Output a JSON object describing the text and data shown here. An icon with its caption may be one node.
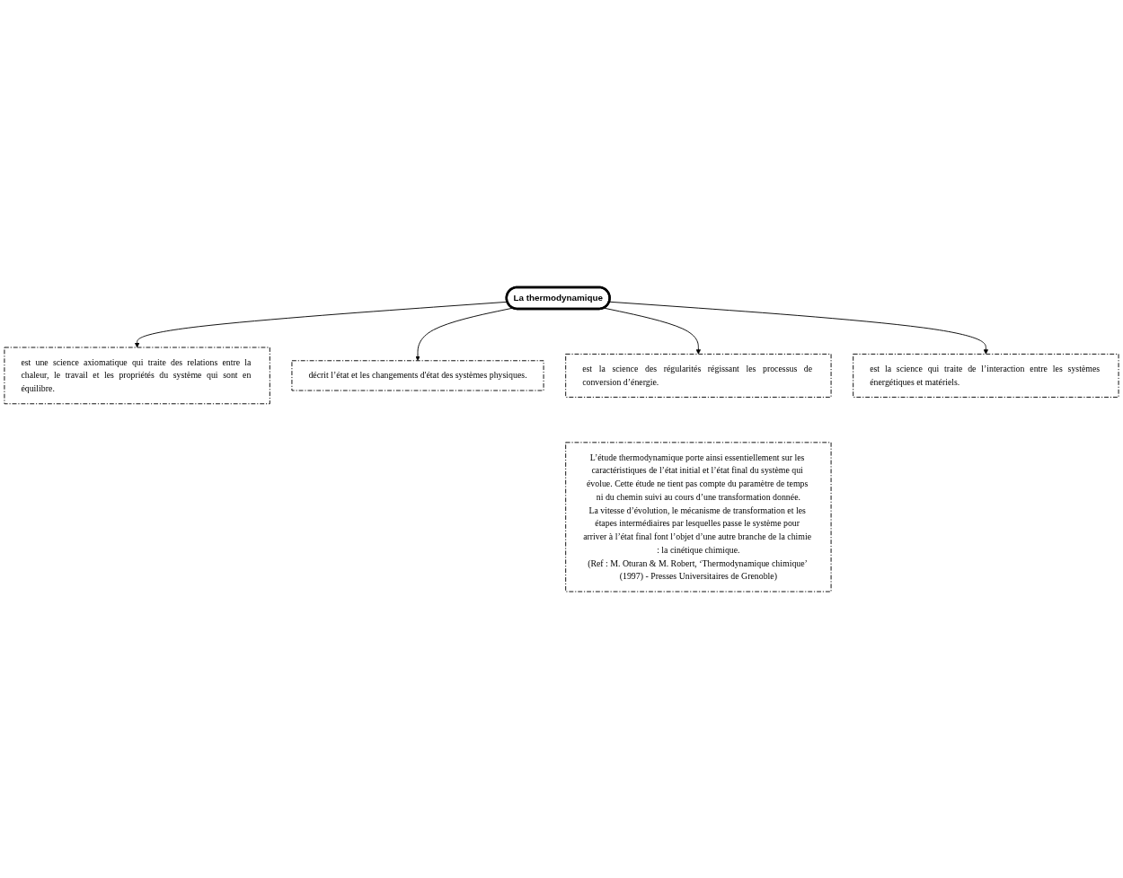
{
  "diagram": {
    "nodes": [
      {
        "text": [
          "est une science axiomatique qui traite des relations entre la chaleur, le travail et les propriétés du système qui sont en équilibre."
        ]
      },
      {
        "text": [
          "décrit l’état et les changements d'état des systèmes physiques."
        ]
      },
      {
        "text": [
          "La thermodynamique"
        ]
      },
      {
        "text": [
          "est la science des régularités régissant les processus de conversion d’énergie."
        ]
      },
      {
        "text": [
          "est la science qui traite de l’interaction entre les systèmes énergétiques et matériels."
        ]
      },
      {
        "text": [
          "L’étude thermodynamique porte ainsi essentiellement sur les caractéristiques de l’état initial et l’état final du système qui évolue. Cette étude ne tient pas compte du paramètre de temps ni du chemin suivi au cours d’une transformation donnée.",
          "La vitesse d’évolution, le mécanisme de transformation et les étapes intermédiaires par lesquelles passe le système pour arriver à l’état final font l’objet d’une autre branche de la chimie : la cinétique chimique.",
          "(Ref : M. Oturan & M. Robert, ‘Thermodynamique chimique’ (1997) - Presses Universitaires de Grenoble)"
        ]
      }
    ],
    "edges": [
      {
        "from": 2,
        "to": 0,
        "arrow": "to"
      },
      {
        "from": 2,
        "to": 1,
        "arrow": "to"
      },
      {
        "from": 2,
        "to": 3,
        "arrow": "to"
      },
      {
        "from": 2,
        "to": 4,
        "arrow": "to"
      }
    ]
  }
}
